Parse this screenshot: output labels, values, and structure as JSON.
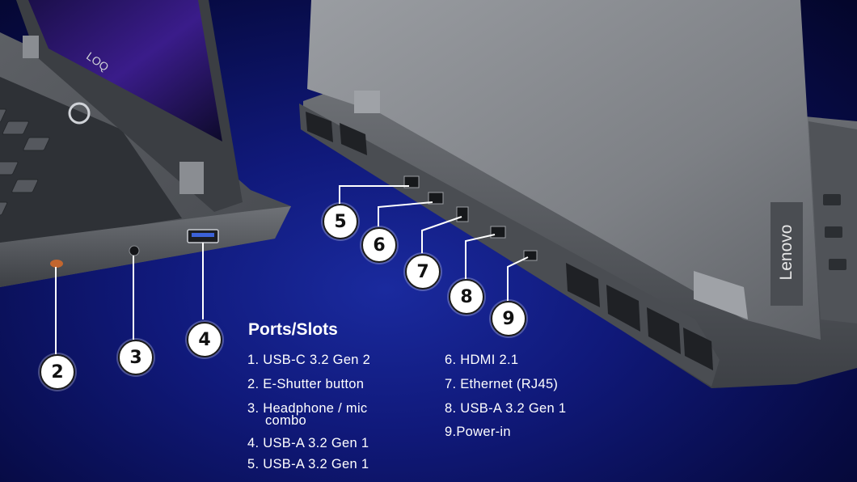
{
  "section_title": "Ports/Slots",
  "ports_left": [
    "1.  USB-C 3.2 Gen 2",
    "2. E-Shutter button",
    "3. Headphone / mic",
    "combo",
    "4. USB-A 3.2 Gen 1",
    "5. USB-A 3.2 Gen 1"
  ],
  "ports_right": [
    "6. HDMI 2.1",
    "7. Ethernet (RJ45)",
    "8. USB-A 3.2 Gen 1",
    "9.Power-in"
  ],
  "callouts": [
    "2",
    "3",
    "4",
    "5",
    "6",
    "7",
    "8",
    "9"
  ],
  "brand_logo": "Lenovo",
  "logo_icon": "loq-logo",
  "colors": {
    "background": "#0d1670",
    "chassis": "#8a8d92",
    "callout_fill": "#ffffff",
    "text": "#ffffff"
  }
}
